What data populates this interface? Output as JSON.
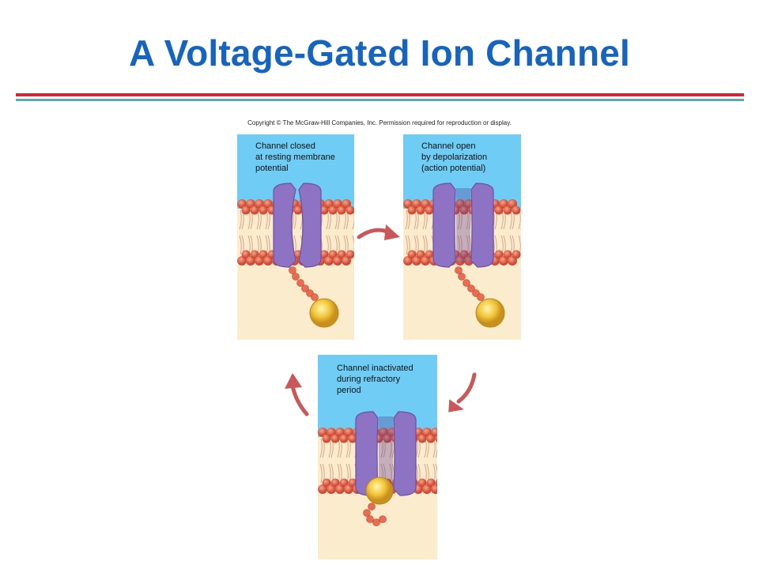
{
  "title": "A Voltage-Gated Ion Channel",
  "copyright": "Copyright © The McGraw-Hill Companies, Inc. Permission required for reproduction or display.",
  "panels": [
    {
      "state": "closed",
      "label_lines": [
        "Channel closed",
        "at resting membrane",
        "potential"
      ]
    },
    {
      "state": "open",
      "label_lines": [
        "Channel open",
        "by depolarization",
        "(action potential)"
      ]
    },
    {
      "state": "inactivated",
      "label_lines": [
        "Channel inactivated",
        "during refractory",
        "period"
      ]
    }
  ],
  "colors": {
    "title": "#1565c0",
    "extracellular": "#6fcdf5",
    "intracellular": "#fbeccd",
    "lipid_head": "#e86c50",
    "channel": "#8e72c4",
    "inactivation_ball": "#f2c63a",
    "arrow": "#c9585a"
  }
}
